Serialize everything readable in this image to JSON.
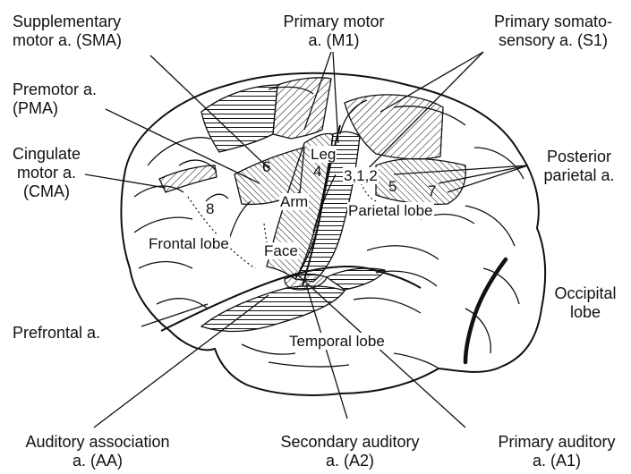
{
  "labels": {
    "sma": [
      "Supplementary",
      "motor a. (SMA)"
    ],
    "m1": [
      "Primary motor",
      "a. (M1)"
    ],
    "s1": [
      "Primary somato-",
      "sensory a. (S1)"
    ],
    "pma": [
      "Premotor a.",
      "(PMA)"
    ],
    "cma": [
      "Cingulate",
      "motor a.",
      "(CMA)"
    ],
    "ppa": [
      "Posterior",
      "parietal a."
    ],
    "prefrontal": "Prefrontal a.",
    "occipital": [
      "Occipital",
      "lobe"
    ],
    "aa": [
      "Auditory association",
      "a. (AA)"
    ],
    "a2": [
      "Secondary auditory",
      "a. (A2)"
    ],
    "a1": [
      "Primary auditory",
      "a. (A1)"
    ]
  },
  "inner": {
    "leg": "Leg",
    "arm": "Arm",
    "face": "Face",
    "area4": "4",
    "area6": "6",
    "area8": "8",
    "area312": "3,1,2",
    "area5": "5",
    "area7": "7",
    "frontal": "Frontal lobe",
    "parietal": "Parietal lobe",
    "temporal": "Temporal lobe"
  },
  "colors": {
    "ink": "#111111",
    "background": "#ffffff"
  }
}
